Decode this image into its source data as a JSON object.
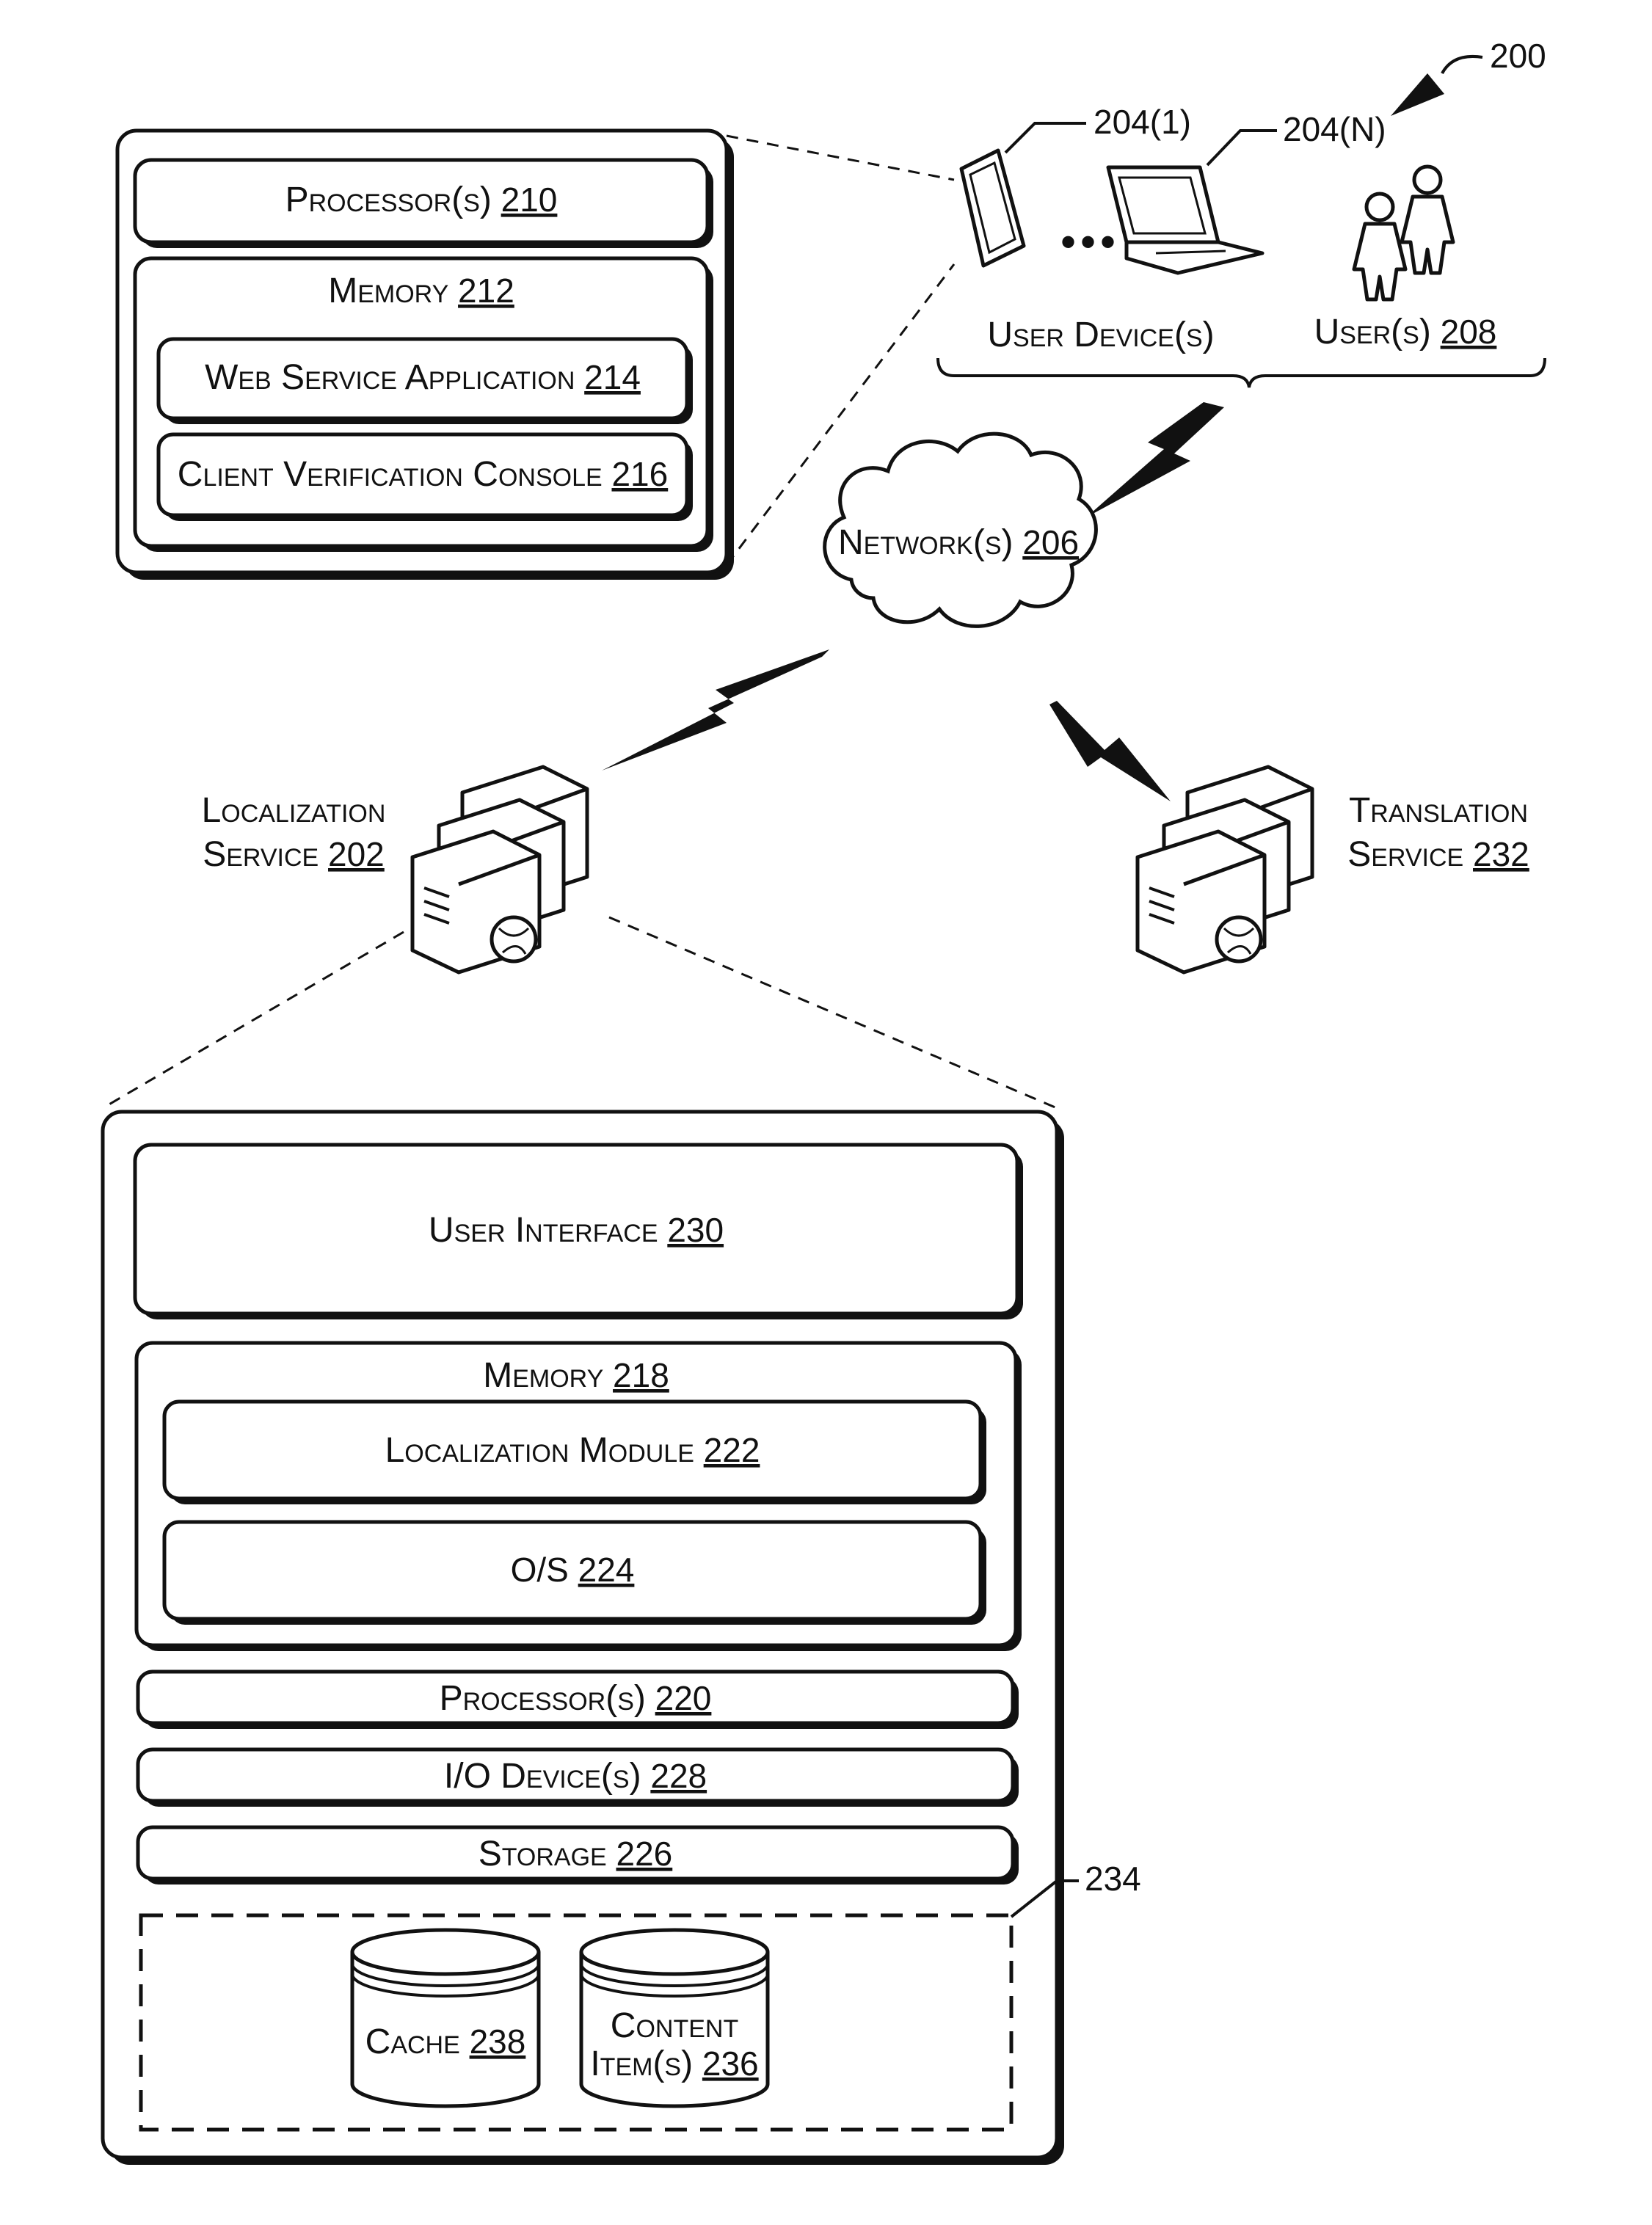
{
  "figure_number": "200",
  "web_service": {
    "processor": {
      "label": "Processor(s)",
      "ref": "210"
    },
    "memory": {
      "label": "Memory",
      "ref": "212"
    },
    "web_app": {
      "label": "Web Service Application",
      "ref": "214"
    },
    "console": {
      "label": "Client Verification Console",
      "ref": "216"
    }
  },
  "user_devices": {
    "device_first_ref": "204(1)",
    "device_n_ref": "204(N)",
    "ellipsis": "•••",
    "devices_label": "User Device(s)",
    "users": {
      "label": "User(s)",
      "ref": "208"
    }
  },
  "network": {
    "label": "Network(s)",
    "ref": "206"
  },
  "localization_service": {
    "line1": "Localization",
    "line2": "Service",
    "ref": "202"
  },
  "translation_service": {
    "line1": "Translation",
    "line2": "Service",
    "ref": "232"
  },
  "server_detail": {
    "user_interface": {
      "label": "User Interface",
      "ref": "230"
    },
    "memory": {
      "label": "Memory",
      "ref": "218"
    },
    "localization_module": {
      "label": "Localization Module",
      "ref": "222"
    },
    "os": {
      "label": "O/S",
      "ref": "224"
    },
    "processor": {
      "label": "Processor(s)",
      "ref": "220"
    },
    "io_devices": {
      "label": "I/O Device(s)",
      "ref": "228"
    },
    "storage": {
      "label": "Storage",
      "ref": "226"
    },
    "data_store_ref": "234",
    "cache": {
      "label": "Cache",
      "ref": "238"
    },
    "content_items": {
      "line1": "Content",
      "line2": "Item(s)",
      "ref": "236"
    }
  }
}
